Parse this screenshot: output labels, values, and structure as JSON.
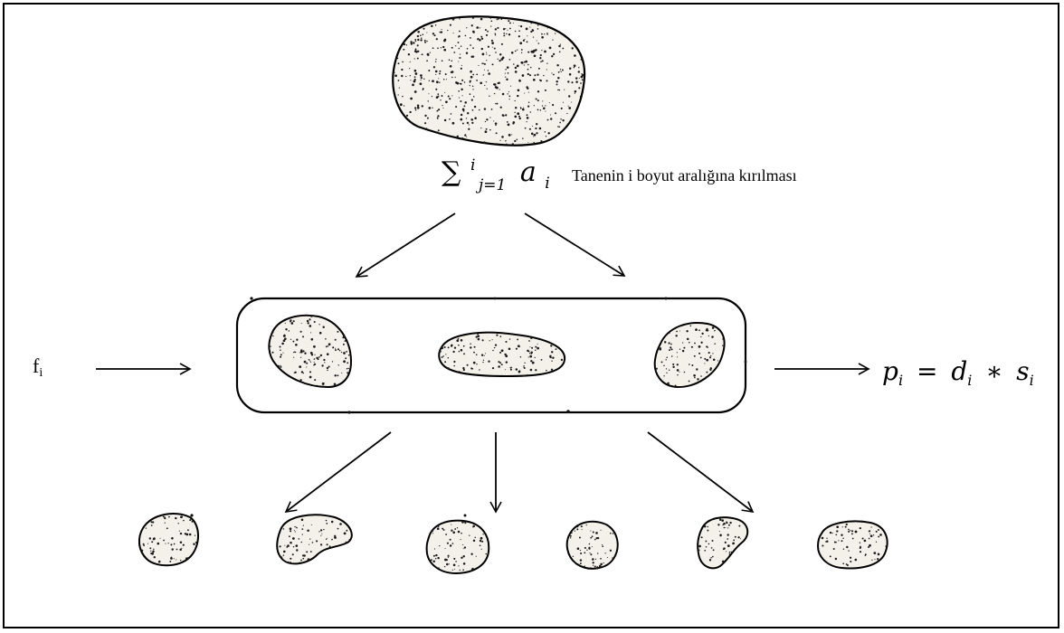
{
  "feed_label": {
    "main": "f",
    "sub": "i"
  },
  "breakage_sum": {
    "symbol": "∑",
    "sup": "i",
    "sub": "j=1",
    "term": "a",
    "term_sub": "i"
  },
  "breakage_caption": "Tanenin i boyut aralığına kırılması",
  "product_equation": {
    "lhs": "p",
    "lhs_sub": "i",
    "equals": "=",
    "d": "d",
    "d_sub": "i",
    "op": "∗",
    "s": "s",
    "s_sub": "i"
  },
  "colors": {
    "ink": "#000000",
    "particle_fill": "#f4f1ea",
    "speckle": "#1a1a1a"
  }
}
